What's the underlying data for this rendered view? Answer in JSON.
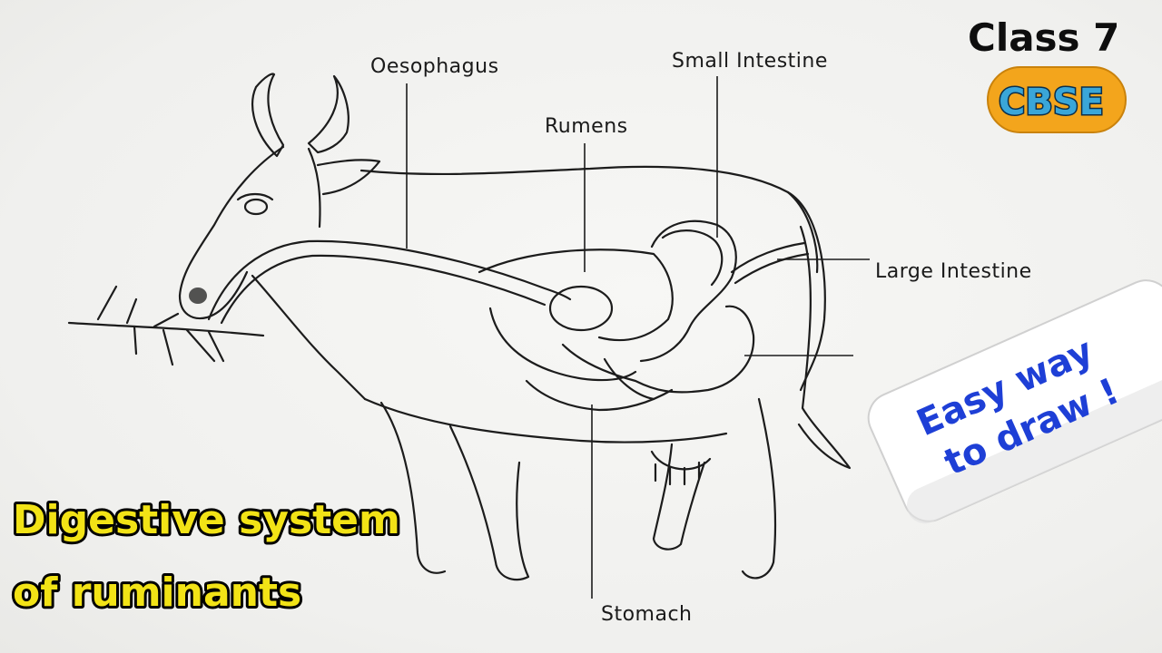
{
  "title": {
    "line1": "Digestive system",
    "line2": "of ruminants"
  },
  "badge": {
    "class_label": "Class 7",
    "board": "CBSE"
  },
  "banner": {
    "line1": "Easy way",
    "line2": "to draw !"
  },
  "labels": {
    "oesophagus": "Oesophagus",
    "small_intestine": "Small Intestine",
    "rumens": "Rumens",
    "large_intestine": "Large Intestine",
    "stomach": "Stomach"
  },
  "colors": {
    "title_fill": "#f2e316",
    "cbse_pill": "#f3a51c",
    "cbse_text": "#3aa6d8",
    "banner_text": "#1e3fd6"
  }
}
